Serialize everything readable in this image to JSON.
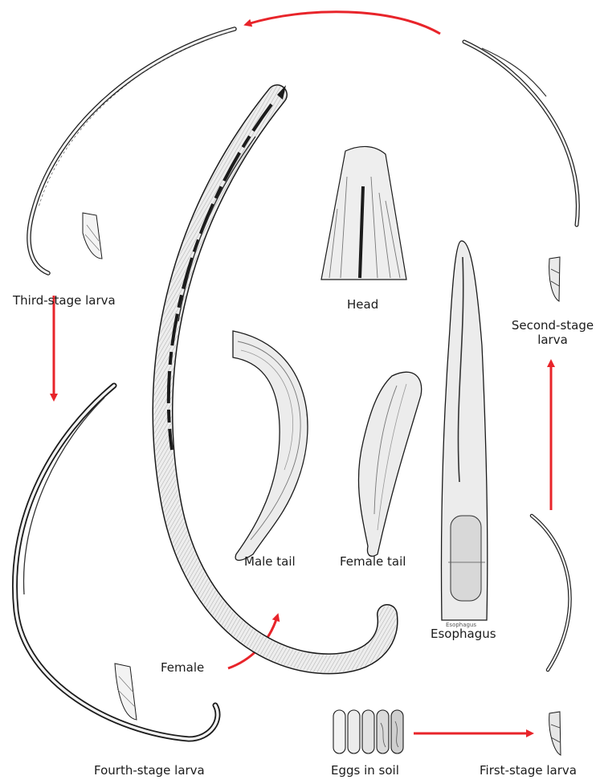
{
  "labels": {
    "third_stage": "Third-stage larva",
    "head": "Head",
    "second_stage_line1": "Second-stage",
    "second_stage_line2": "larva",
    "male_tail": "Male tail",
    "female_tail": "Female tail",
    "female": "Female",
    "esophagus_small": "Esophagus",
    "esophagus": "Esophagus",
    "fourth_stage": "Fourth-stage larva",
    "eggs": "Eggs in soil",
    "first_stage": "First-stage larva"
  },
  "colors": {
    "arrow": "#e8242a",
    "ink": "#1b1b1b",
    "shade": "#e6e6e6"
  }
}
